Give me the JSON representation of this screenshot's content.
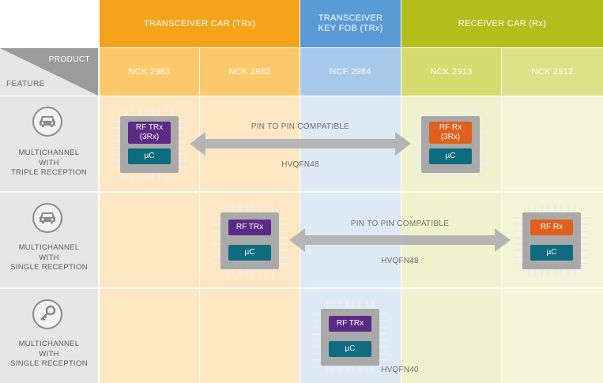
{
  "header": {
    "groups": [
      {
        "label": "TRANSCEIVER CAR (TRx)",
        "color": "#f5a31a"
      },
      {
        "label": "TRANSCEIVER\nKEY FOB (TRx)",
        "color": "#5b9bd5"
      },
      {
        "label": "RECEIVER CAR (Rx)",
        "color": "#b5bd1d"
      }
    ],
    "corner": {
      "product_label": "PRODUCT",
      "feature_label": "FEATURE"
    },
    "products": [
      {
        "label": "NCK 2983",
        "color": "#fcc96a"
      },
      {
        "label": "NCK 2982",
        "color": "#fcc96a"
      },
      {
        "label": "NCF 2984",
        "color": "#a6c9e9"
      },
      {
        "label": "NCK 2913",
        "color": "#d5db6e"
      },
      {
        "label": "NCK 2912",
        "color": "#dde28a"
      }
    ]
  },
  "column_tints": [
    "#fde7c2",
    "#fde7c2",
    "#dde9f5",
    "#f0f2cd",
    "#f3f5d8"
  ],
  "features": [
    {
      "label": "MULTICHANNEL\nWITH\nTRIPLE RECEPTION",
      "icon": "car-icon"
    },
    {
      "label": "MULTICHANNEL\nWITH\nSINGLE RECEPTION",
      "icon": "car-icon"
    },
    {
      "label": "MULTICHANNEL\nWITH\nSINGLE RECEPTION",
      "icon": "key-icon"
    }
  ],
  "chips": [
    {
      "top_label": "RF TRx\n(3Rx)",
      "top_color": "#5b2a86",
      "bottom_label": "µC",
      "bottom_color": "#0f6b80"
    },
    {
      "top_label": "RF Rx\n(3Rx)",
      "top_color": "#e0601c",
      "bottom_label": "µC",
      "bottom_color": "#0f6b80"
    },
    {
      "top_label": "RF TRx",
      "top_color": "#5b2a86",
      "bottom_label": "µC",
      "bottom_color": "#0f6b80"
    },
    {
      "top_label": "RF Rx",
      "top_color": "#e0601c",
      "bottom_label": "µC",
      "bottom_color": "#0f6b80"
    },
    {
      "top_label": "RF TRx",
      "top_color": "#5b2a86",
      "bottom_label": "µC",
      "bottom_color": "#0f6b80"
    }
  ],
  "connections": [
    {
      "text": "PIN TO PIN COMPATIBLE",
      "package": "HVQFN48"
    },
    {
      "text": "PIN TO PIN COMPATIBLE",
      "package": "HVQFN48"
    }
  ],
  "standalone_package": "HVQFN40",
  "colors": {
    "feature_bg": "#e6e6e6",
    "corner_bg": "#9b9b9b",
    "arrow": "#b5b5b5"
  }
}
